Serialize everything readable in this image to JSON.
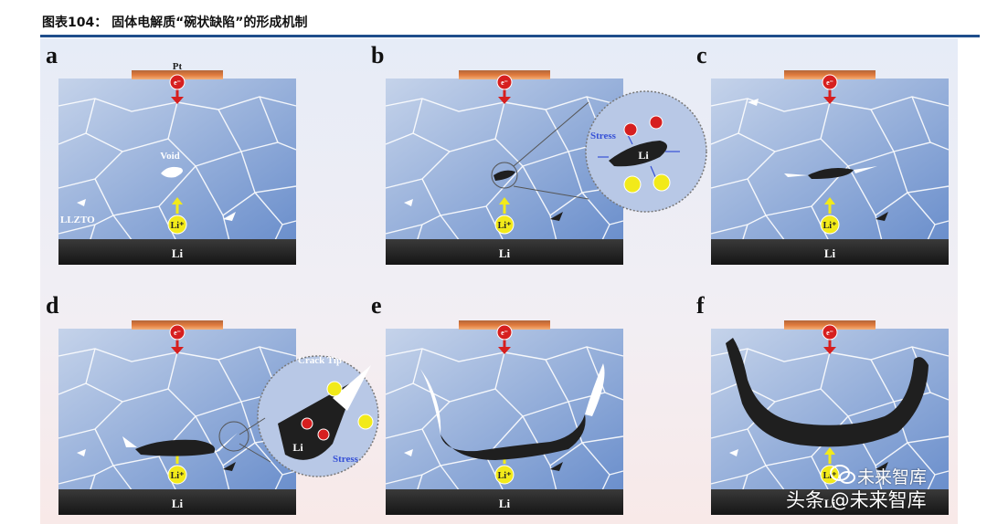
{
  "figure_title": "图表104： 固体电解质“碗状缺陷”的形成机制",
  "panels": [
    {
      "id": "a",
      "label": "a"
    },
    {
      "id": "b",
      "label": "b"
    },
    {
      "id": "c",
      "label": "c"
    },
    {
      "id": "d",
      "label": "d"
    },
    {
      "id": "e",
      "label": "e"
    },
    {
      "id": "f",
      "label": "f"
    }
  ],
  "labels": {
    "pt": "Pt",
    "void": "Void",
    "electrolyte": "LLZTO",
    "anode": "Li",
    "electron": "e⁻",
    "ion": "Li⁺",
    "stress": "Stress",
    "crack_tip": "Crack Tip",
    "inset_li": "Li"
  },
  "watermark": {
    "line1": "未来智库",
    "line2": "头条 @未来智库"
  },
  "colors": {
    "header_rule": "#1f4e8c",
    "electrolyte_top": "#c5d3ea",
    "electrolyte_bottom": "#6b8fcc",
    "grain_boundary": "#ffffff",
    "pt_electrode": "#e07a3c",
    "li_metal": "#151515",
    "electron_marker": "#d61f1f",
    "ion_marker": "#f2ea1a",
    "stress_arrow": "#3550d6"
  }
}
